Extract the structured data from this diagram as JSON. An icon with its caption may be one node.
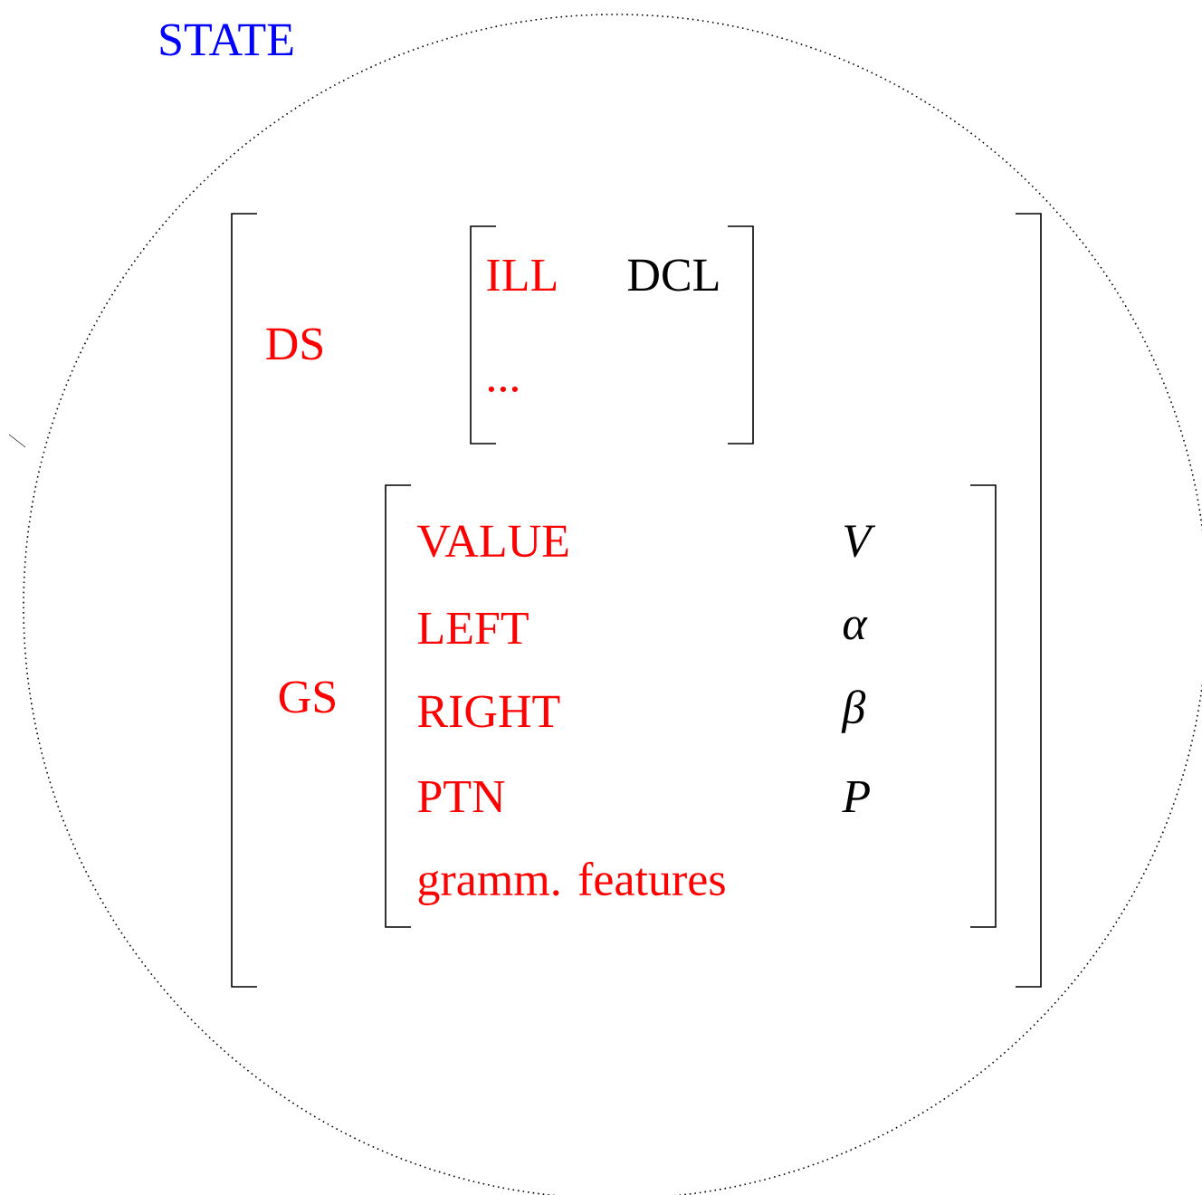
{
  "diagram": {
    "nodes": [
      {
        "text": [
          "STATE"
        ]
      },
      {
        "text": [
          "DS",
          "GS"
        ],
        "in": 0
      },
      {
        "text": [
          "ILL",
          "DCL",
          "..."
        ],
        "in": 1
      },
      {
        "text": [
          "VALUE",
          "V",
          "LEFT",
          "α",
          "RIGHT",
          "β",
          "PTN",
          "P",
          "gramm. features"
        ],
        "in": 1
      }
    ]
  }
}
